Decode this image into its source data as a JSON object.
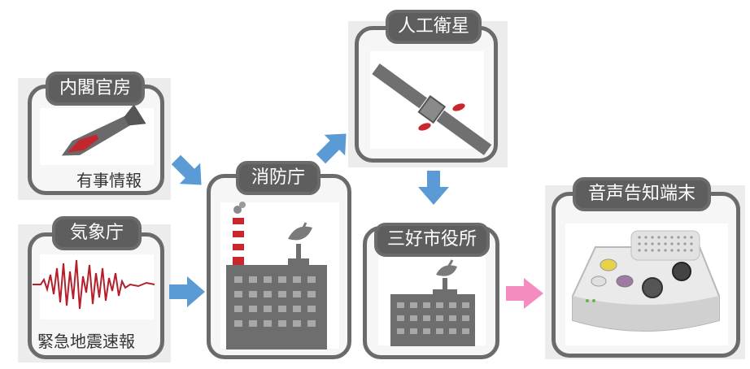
{
  "nodes": {
    "cabinet": {
      "title": "内閣官房",
      "caption": "有事情報"
    },
    "jma": {
      "title": "気象庁",
      "caption": "緊急地震速報"
    },
    "fdma": {
      "title": "消防庁"
    },
    "satellite": {
      "title": "人工衛星"
    },
    "city": {
      "title": "三好市役所"
    },
    "terminal": {
      "title": "音声告知端末"
    }
  },
  "edges": [
    {
      "from": "内閣官房",
      "to": "消防庁"
    },
    {
      "from": "気象庁",
      "to": "消防庁"
    },
    {
      "from": "消防庁",
      "to": "人工衛星"
    },
    {
      "from": "人工衛星",
      "to": "三好市役所"
    },
    {
      "from": "三好市役所",
      "to": "音声告知端末"
    }
  ],
  "colors": {
    "box_border": "#6b6b6b",
    "title_fill": "#5e5e5e",
    "blue_arrow": "#5b9bd5",
    "pink_arrow": "#f58cc0",
    "missile_red": "#c0282d"
  },
  "icons": {
    "cabinet": "missile-icon",
    "jma": "seismograph-icon",
    "fdma": "factory-antenna-icon",
    "satellite": "satellite-icon",
    "city": "building-antenna-icon",
    "terminal": "speaker-device-icon"
  }
}
